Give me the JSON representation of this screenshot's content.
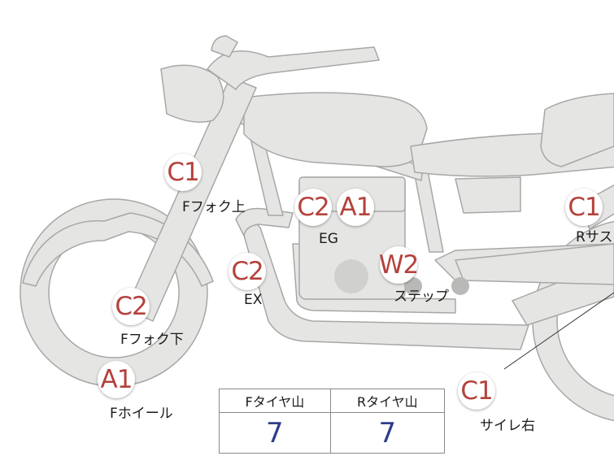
{
  "markers": [
    {
      "id": "f-fork-top",
      "code": "C1",
      "label": "Fフォク上"
    },
    {
      "id": "eg-c2",
      "code": "C2",
      "label": ""
    },
    {
      "id": "eg-a1",
      "code": "A1",
      "label": "EG"
    },
    {
      "id": "r-sus",
      "code": "C1",
      "label": "Rサス"
    },
    {
      "id": "ex",
      "code": "C2",
      "label": "EX"
    },
    {
      "id": "step",
      "code": "W2",
      "label": "ステップ"
    },
    {
      "id": "f-fork-bottom",
      "code": "C2",
      "label": "Fフォク下"
    },
    {
      "id": "f-wheel",
      "code": "A1",
      "label": "Fホイール"
    },
    {
      "id": "muffler-right",
      "code": "C1",
      "label": "サイレ右"
    }
  ],
  "tire_table": {
    "headers": [
      "Fタイヤ山",
      "Rタイヤ山"
    ],
    "values": [
      "7",
      "7"
    ]
  },
  "colors": {
    "body_fill": "#e5e6e4",
    "outline": "#a6a8a6",
    "marker_text": "#b4423c",
    "table_value": "#2e3d8a"
  }
}
